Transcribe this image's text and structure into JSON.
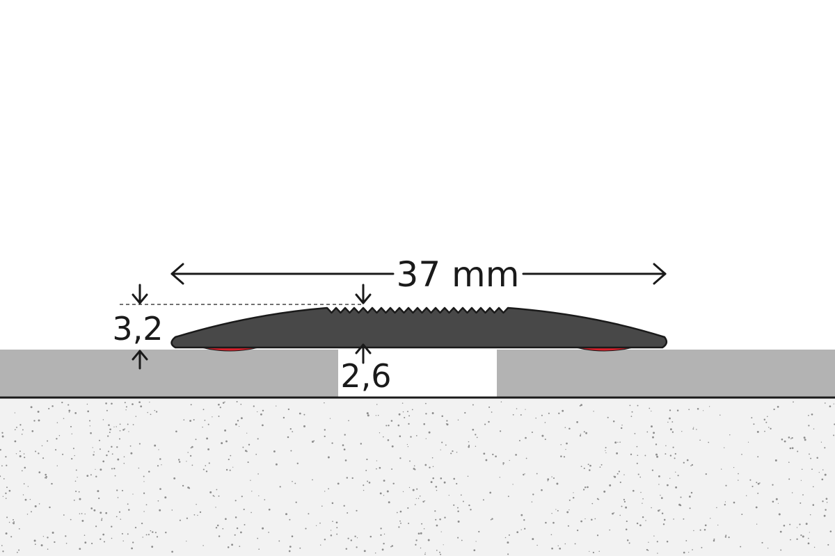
{
  "dimensions": {
    "width_label": "37 mm",
    "height_label": "3,2",
    "thickness_label": "2,6"
  },
  "colors": {
    "background": "#ffffff",
    "profile": "#484848",
    "profile_outline": "#1a1a1a",
    "adhesive": "#d7202b",
    "floor_covering": "#b3b3b3",
    "substrate": "#f2f2f2",
    "substrate_speckle": "#8c8c8c",
    "line": "#1a1a1a"
  }
}
